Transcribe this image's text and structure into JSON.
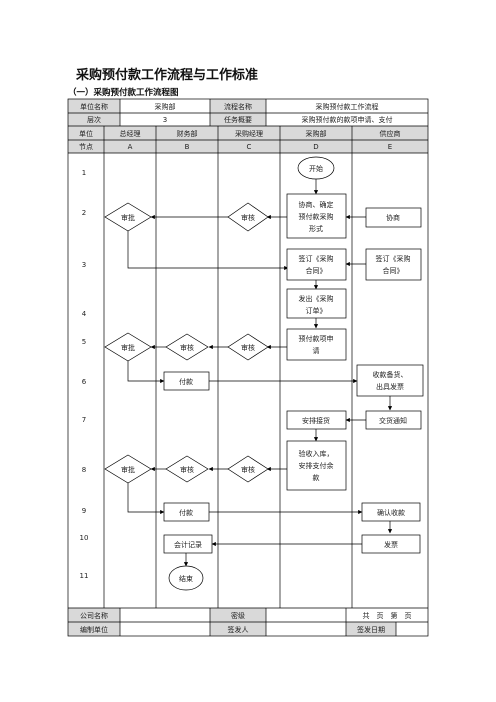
{
  "doc": {
    "title": "采购预付款工作流程与工作标准",
    "subtitle": "（一）采购预付款工作流程图"
  },
  "header": {
    "unit_name_label": "单位名称",
    "unit_name": "采购部",
    "process_name_label": "流程名称",
    "process_name": "采购预付款工作流程",
    "level_label": "层次",
    "level": "3",
    "task_label": "任务概要",
    "task": "采购预付款的款项申请、支付",
    "unit_label": "单位",
    "node_label": "节点",
    "columns": [
      {
        "name": "总经理",
        "code": "A"
      },
      {
        "name": "财务部",
        "code": "B"
      },
      {
        "name": "采购经理",
        "code": "C"
      },
      {
        "name": "采购部",
        "code": "D"
      },
      {
        "name": "供应商",
        "code": "E"
      }
    ]
  },
  "rows": [
    "1",
    "2",
    "3",
    "4",
    "5",
    "6",
    "7",
    "8",
    "9",
    "10",
    "11"
  ],
  "nodes": {
    "start": "开始",
    "a2": "审批",
    "c2": "审核",
    "d2": [
      "协商、确定",
      "预付款采购",
      "形式"
    ],
    "e2": "协商",
    "d3": [
      "签订《采购",
      "合同》"
    ],
    "e3": [
      "签订《采购",
      "合同》"
    ],
    "d4": [
      "发出《采购",
      "订单》"
    ],
    "a5": "审批",
    "b5": "审核",
    "c5": "审核",
    "d5": [
      "预付款项申",
      "请"
    ],
    "b6": "付款",
    "e6": [
      "收款备货、",
      "出具发票"
    ],
    "d7": "安排接货",
    "e7": "交货通知",
    "d8": [
      "验收入库，",
      "安排支付余",
      "款"
    ],
    "a8": "审批",
    "b8": "审核",
    "c8": "审核",
    "b9": "付款",
    "e9": "确认收款",
    "b10": "会计记录",
    "e10": "发票",
    "end": "结束"
  },
  "footer": {
    "company_label": "公司名称",
    "level_label": "密级",
    "pages": "共　页　第　页",
    "editor_label": "编制单位",
    "issuer_label": "签发人",
    "issue_date_label": "签发日期"
  }
}
